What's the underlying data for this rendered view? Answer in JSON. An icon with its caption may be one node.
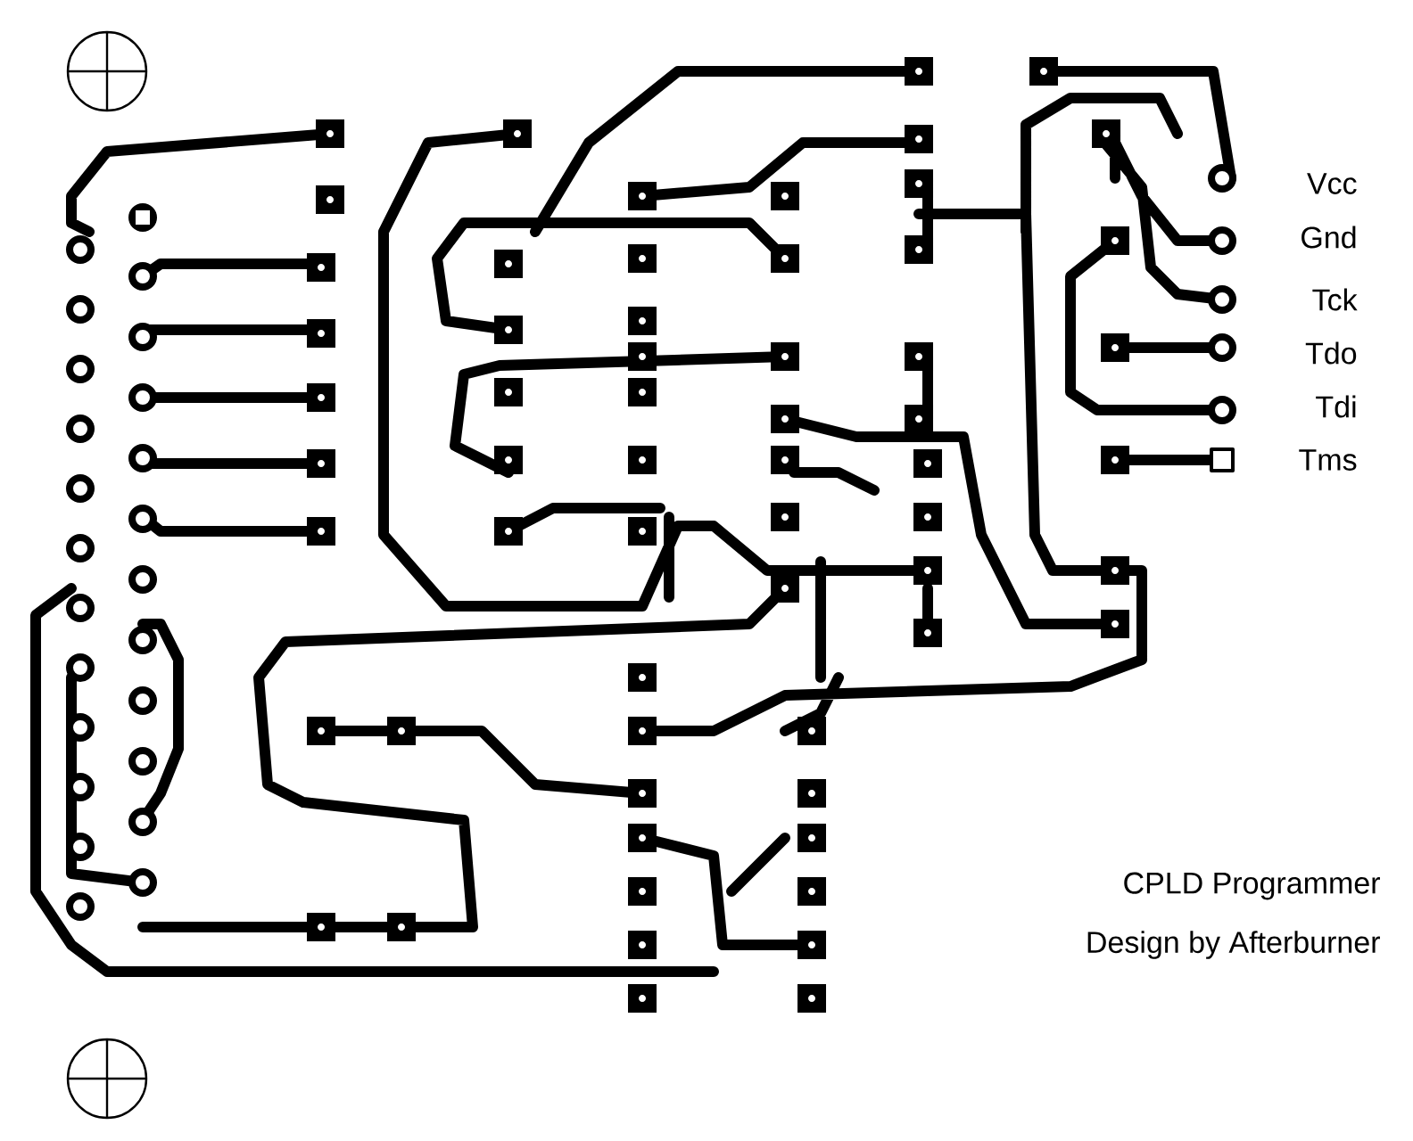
{
  "diagram": {
    "labels": [
      "Vcc",
      "Gnd",
      "Tck",
      "Tdo",
      "Tdi",
      "Tms",
      "CPLD Programmer",
      "Design by Afterburner"
    ]
  }
}
